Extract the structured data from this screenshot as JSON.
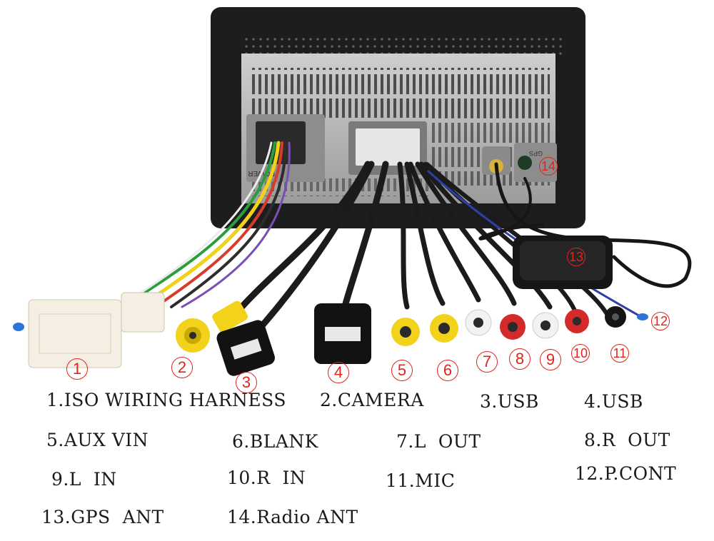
{
  "markers": [
    "1",
    "2",
    "3",
    "4",
    "5",
    "6",
    "7",
    "8",
    "9",
    "10",
    "11",
    "12",
    "13",
    "14"
  ],
  "device_labels": {
    "power": "POWER",
    "gps": "GPS"
  },
  "legend": [
    "1.ISO WIRING HARNESS",
    "2.CAMERA",
    "3.USB",
    "4.USB",
    "5.AUX VIN",
    "6.BLANK",
    "7.L  OUT",
    "8.R  OUT",
    "9.L  IN",
    "10.R  IN",
    "11.MIC",
    "12.P.CONT",
    "13.GPS  ANT",
    "14.Radio ANT"
  ],
  "colors": {
    "marker": "#e0241b",
    "rca_yellow": "#f2d21b",
    "rca_red": "#d42a2a",
    "rca_white": "#f2f2f2",
    "connector_ivory": "#f4efe2",
    "unit_frame": "#1d1d1f",
    "chassis": "#b8b8b8"
  }
}
